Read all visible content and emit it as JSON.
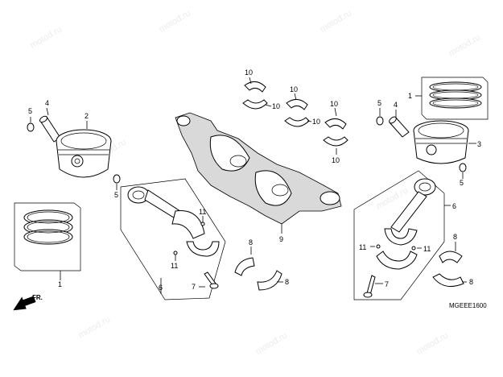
{
  "diagram": {
    "code": "MGEEE1600",
    "front_mark": "FR.",
    "watermark": "motod.ru",
    "callouts": {
      "c1a": "1",
      "c1b": "1",
      "c2": "2",
      "c3": "3",
      "c4a": "4",
      "c4b": "4",
      "c5a": "5",
      "c5b": "5",
      "c5c": "5",
      "c5d": "5",
      "c6a": "6",
      "c6b": "6",
      "c7a": "7",
      "c7b": "7",
      "c8a": "8",
      "c8b": "8",
      "c8c": "8",
      "c8d": "8",
      "c9": "9",
      "c10a": "10",
      "c10b": "10",
      "c10c": "10",
      "c10d": "10",
      "c10e": "10",
      "c10f": "10",
      "c11a": "11",
      "c11b": "11",
      "c11c": "11",
      "c11d": "11"
    }
  }
}
